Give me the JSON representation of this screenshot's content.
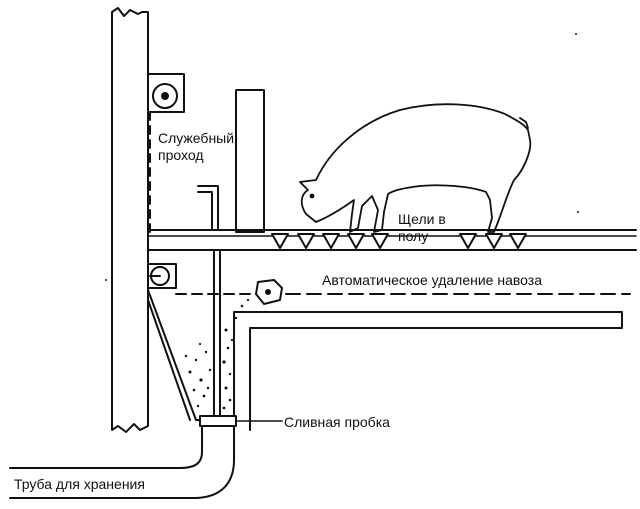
{
  "labels": {
    "service_passage_line1": "Служебный",
    "service_passage_line2": "проход",
    "floor_slots_line1": "Щели в",
    "floor_slots_line2": "полу",
    "auto_removal": "Автоматическое удаление навоза",
    "drain_plug": "Сливная пробка",
    "storage_pipe": "Труба для хранения"
  },
  "colors": {
    "ink": "#111111",
    "background": "#ffffff"
  },
  "icons": {
    "pig": "pig-icon",
    "pulley": "pulley-icon",
    "scraper": "scraper-icon"
  }
}
